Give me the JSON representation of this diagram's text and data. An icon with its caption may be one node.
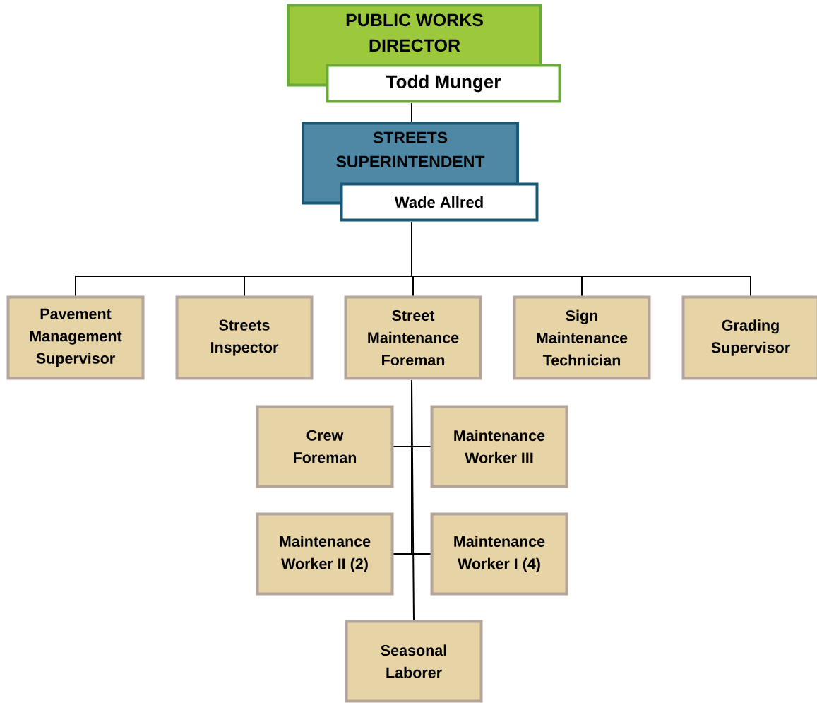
{
  "diagram": {
    "nodes": [
      {
        "text": [
          "PUBLIC WORKS DIRECTOR"
        ]
      },
      {
        "text": [
          "Todd Munger"
        ]
      },
      {
        "text": [
          "STREETS SUPERINTENDENT"
        ]
      },
      {
        "text": [
          "Wade Allred"
        ]
      },
      {
        "text": [
          "Pavement Management Supervisor"
        ]
      },
      {
        "text": [
          "Streets Inspector"
        ]
      },
      {
        "text": [
          "Street Maintenance Foreman"
        ]
      },
      {
        "text": [
          "Sign Maintenance Technician"
        ]
      },
      {
        "text": [
          "Grading Supervisor"
        ]
      },
      {
        "text": [
          "Crew Foreman"
        ]
      },
      {
        "text": [
          "Maintenance Worker III"
        ]
      },
      {
        "text": [
          "Maintenance Worker II (2)"
        ]
      },
      {
        "text": [
          "Maintenance Worker I (4)"
        ]
      },
      {
        "text": [
          "Seasonal Laborer"
        ]
      }
    ],
    "edges": [
      {
        "from": 1,
        "to": 2,
        "arrow": "none"
      },
      {
        "from": 3,
        "to": 4,
        "arrow": "none"
      },
      {
        "from": 3,
        "to": 5,
        "arrow": "none"
      },
      {
        "from": 3,
        "to": 6,
        "arrow": "none"
      },
      {
        "from": 3,
        "to": 7,
        "arrow": "none"
      },
      {
        "from": 3,
        "to": 8,
        "arrow": "none"
      },
      {
        "from": 6,
        "to": 9,
        "arrow": "none"
      },
      {
        "from": 6,
        "to": 10,
        "arrow": "none"
      },
      {
        "from": 6,
        "to": 11,
        "arrow": "none"
      },
      {
        "from": 6,
        "to": 12,
        "arrow": "none"
      },
      {
        "from": 6,
        "to": 13,
        "arrow": "none"
      }
    ]
  }
}
